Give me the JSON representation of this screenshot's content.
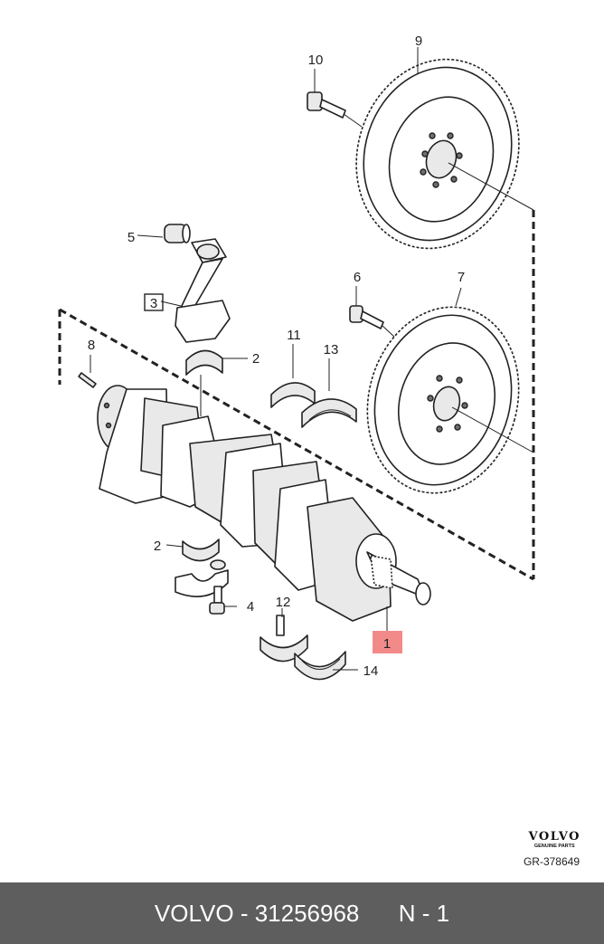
{
  "callouts": {
    "c1": "1",
    "c2a": "2",
    "c2b": "2",
    "c3": "3",
    "c4": "4",
    "c5": "5",
    "c6": "6",
    "c7": "7",
    "c8": "8",
    "c9": "9",
    "c10": "10",
    "c11": "11",
    "c12": "12",
    "c13": "13",
    "c14": "14"
  },
  "highlight_color": "#f28a8a",
  "logo": {
    "brand": "VOLVO",
    "tagline": "GENUINE PARTS"
  },
  "diagram_ref": "GR-378649",
  "footer": {
    "brand": "VOLVO",
    "separator": " - ",
    "part_number": "31256968",
    "position": "N - 1"
  }
}
